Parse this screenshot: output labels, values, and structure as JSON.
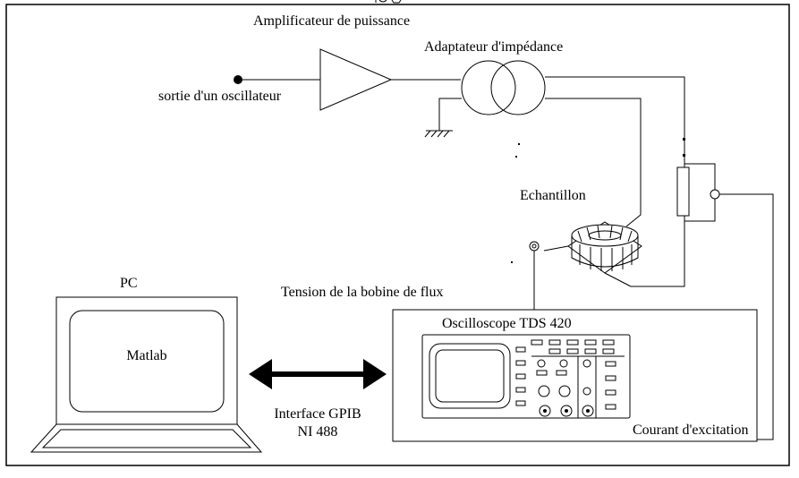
{
  "labels": {
    "amplifier": "Amplificateur de puissance",
    "oscillator_output": "sortie d'un oscillateur",
    "impedance_adapter": "Adaptateur d'impédance",
    "sample": "Echantillon",
    "flux_coil_voltage": "Tension de la bobine de flux",
    "oscilloscope": "Oscilloscope TDS 420",
    "pc": "PC",
    "software": "Matlab",
    "interface_line1": "Interface GPIB",
    "interface_line2": "NI 488",
    "excitation_current": "Courant d'excitation"
  }
}
